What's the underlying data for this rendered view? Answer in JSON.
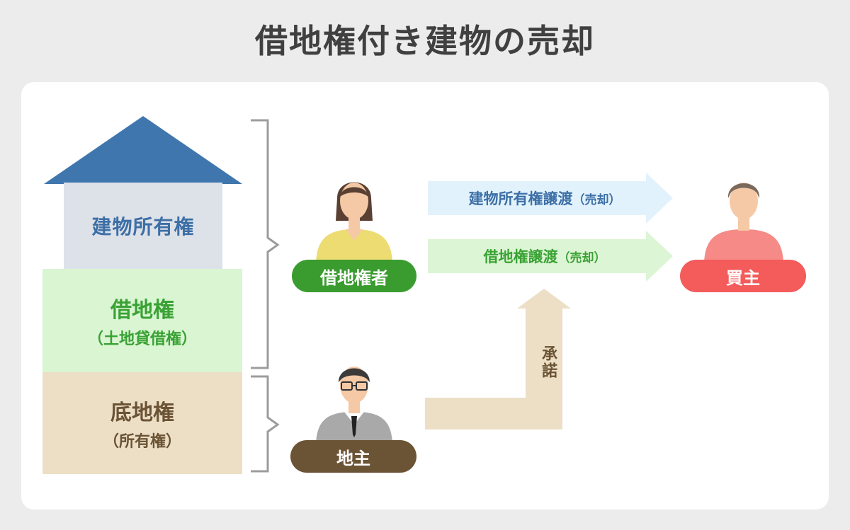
{
  "title": "借地権付き建物の売却",
  "house": {
    "building_label": "建物所有権",
    "leasehold_label": "借地権",
    "leasehold_sub": "（土地貸借権）",
    "base_label": "底地権",
    "base_sub": "（所有権）"
  },
  "people": {
    "leaseholder": "借地権者",
    "landowner": "地主",
    "buyer": "買主"
  },
  "arrows": {
    "building_transfer": "建物所有権譲渡",
    "building_transfer_note": "（売却）",
    "lease_transfer": "借地権譲渡",
    "lease_transfer_note": "（売却）",
    "consent": "承諾"
  },
  "colors": {
    "roof": "#3f76ad",
    "building_text": "#3c6fa6",
    "leasehold_green": "#3aa235",
    "base_brown": "#6b5335",
    "buyer_red": "#f45b5b",
    "arrow_blue": "#e2f2fc",
    "arrow_green": "#dcf5d4",
    "arrow_beige": "#ecdfc6"
  }
}
